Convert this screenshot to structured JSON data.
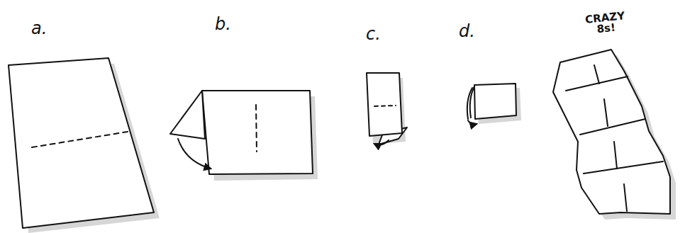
{
  "diagram": {
    "labels": [
      "a.",
      "b.",
      "c.",
      "d.",
      "CRAZY 8s!"
    ]
  }
}
